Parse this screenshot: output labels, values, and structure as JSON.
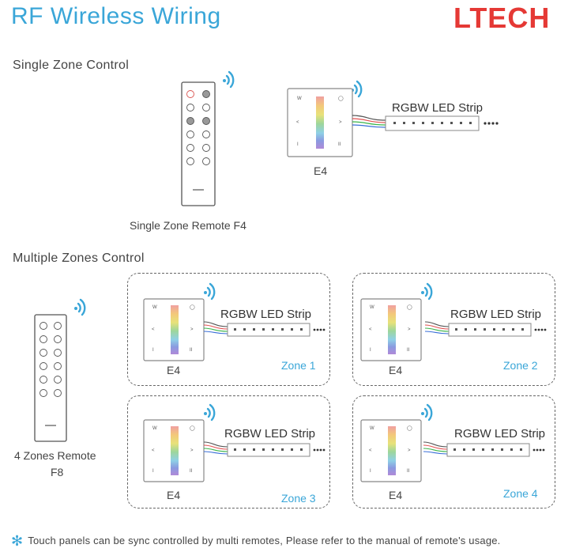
{
  "title": "RF Wireless Wiring",
  "brand": "LTECH",
  "single_zone": {
    "heading": "Single Zone Control",
    "remote_caption": "Single Zone Remote F4",
    "panel_caption": "E4",
    "strip_label": "RGBW LED Strip"
  },
  "multi_zone": {
    "heading": "Multiple Zones Control",
    "remote_caption_line1": "4 Zones Remote",
    "remote_caption_line2": "F8",
    "zones": [
      {
        "panel": "E4",
        "strip": "RGBW LED Strip",
        "zone": "Zone 1"
      },
      {
        "panel": "E4",
        "strip": "RGBW LED Strip",
        "zone": "Zone 2"
      },
      {
        "panel": "E4",
        "strip": "RGBW LED Strip",
        "zone": "Zone 3"
      },
      {
        "panel": "E4",
        "strip": "RGBW LED Strip",
        "zone": "Zone 4"
      }
    ]
  },
  "footnote": "Touch panels can be sync controlled by multi remotes, Please refer to the manual of remote's usage.",
  "colors": {
    "accent": "#3aa6d8",
    "brand": "#e53935"
  }
}
